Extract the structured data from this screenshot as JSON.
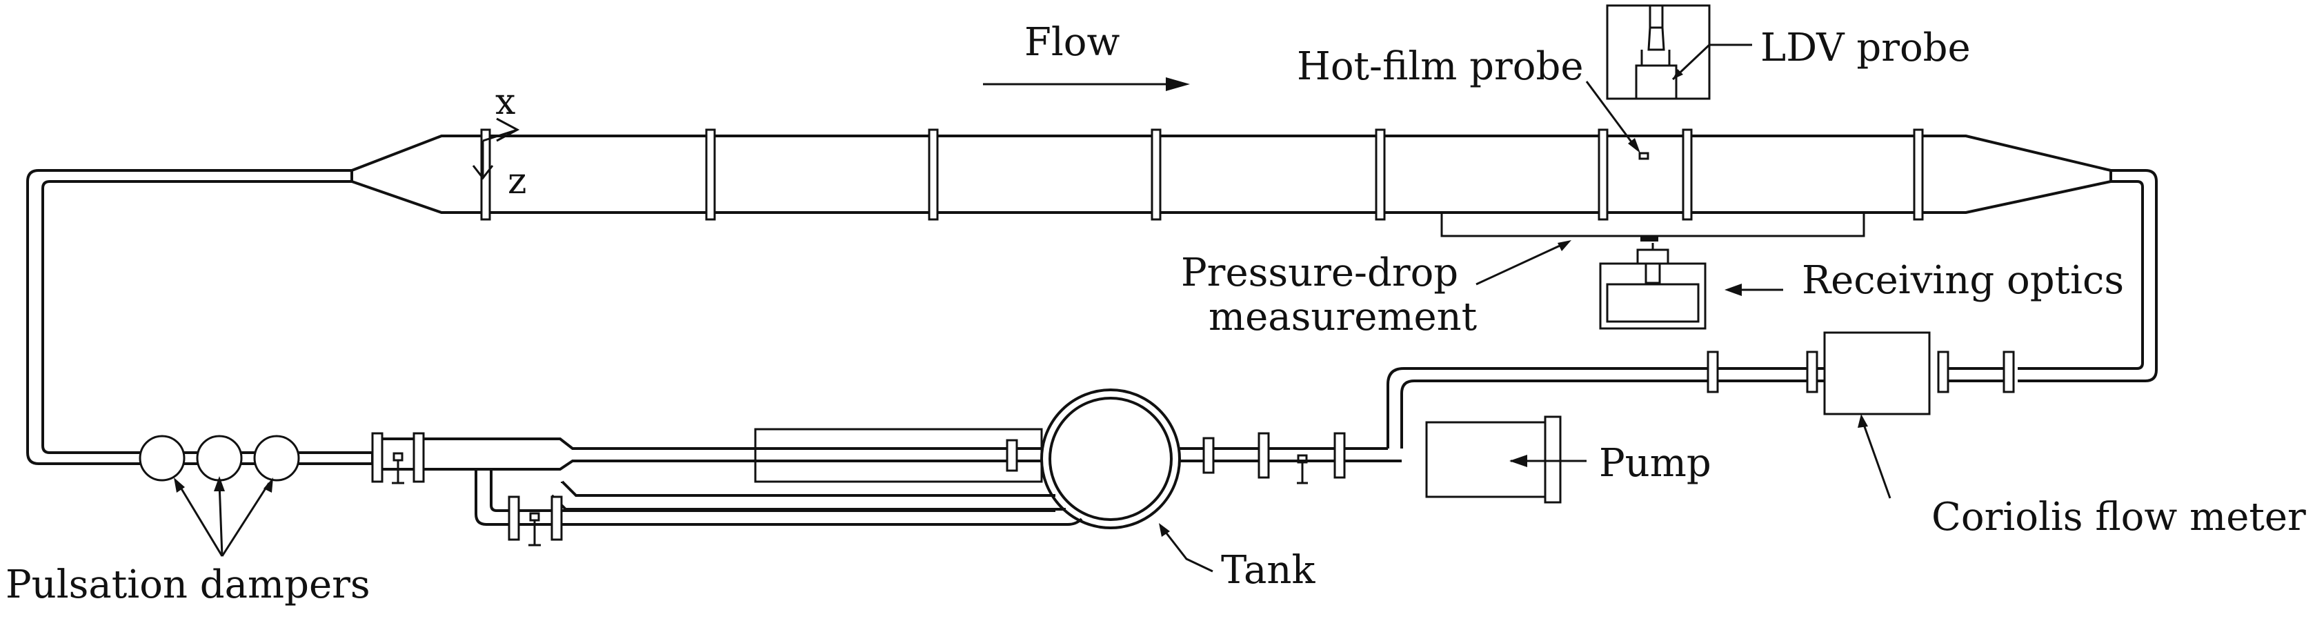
{
  "labels": {
    "flow": "Flow",
    "hot_film_probe": "Hot-film probe",
    "ldv_probe": "LDV probe",
    "pressure_drop_line1": "Pressure-drop",
    "pressure_drop_line2": "measurement",
    "receiving_optics": "Receiving optics",
    "pump": "Pump",
    "coriolis_flow_meter": "Coriolis flow meter",
    "tank": "Tank",
    "pulsation_dampers": "Pulsation dampers",
    "axis_x": "x",
    "axis_z": "z"
  }
}
